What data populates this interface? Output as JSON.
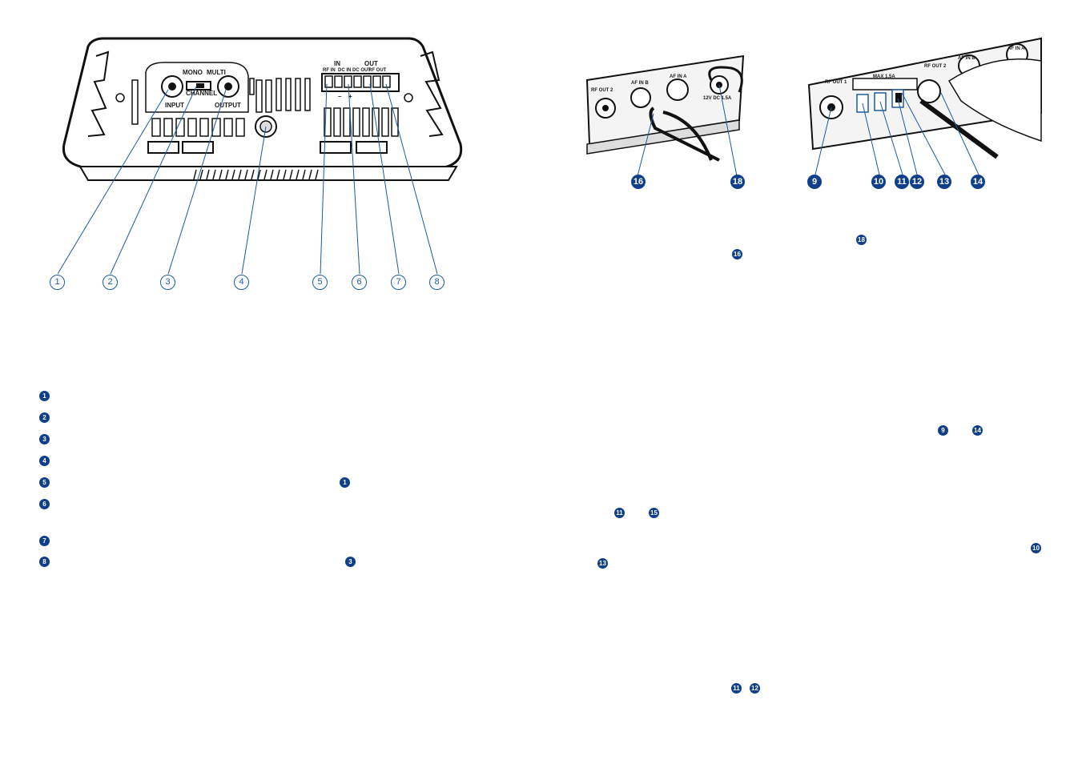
{
  "left_figure": {
    "labels": {
      "mono": "MONO",
      "multi": "MULTI",
      "channel": "CHANNEL",
      "input": "INPUT",
      "output": "OUTPUT",
      "in": "IN",
      "out": "OUT",
      "rf_in": "RF IN",
      "dc_in": "DC IN",
      "dc_out": "DC OUT",
      "rf_out": "RF OUT",
      "minus": "–",
      "plus": "+"
    },
    "callouts": [
      "1",
      "2",
      "3",
      "4",
      "5",
      "6",
      "7",
      "8"
    ]
  },
  "right_figure_a": {
    "labels": {
      "rf_out_2": "RF OUT 2",
      "af_in_b": "AF IN B",
      "af_in_a": "AF IN A",
      "power": "12V DC 1.5A"
    },
    "callouts": [
      "16",
      "18"
    ]
  },
  "right_figure_b": {
    "labels": {
      "rf_out_1": "RF OUT 1",
      "max": "MAX 1.5A",
      "rf_out_2": "RF OUT 2",
      "af_in_b": "AF IN B",
      "af_in_a": "AF IN A"
    },
    "callouts": [
      "9",
      "10",
      "11",
      "12",
      "13",
      "14"
    ]
  },
  "legend": [
    "1",
    "2",
    "3",
    "4",
    "5",
    "6",
    "7",
    "8"
  ],
  "legend_refs": {
    "row5": "1",
    "row8": "3"
  },
  "inline_refs": {
    "r18": "18",
    "r16": "16",
    "r9": "9",
    "r14": "14",
    "r11a": "11",
    "r15": "15",
    "r10": "10",
    "r13": "13",
    "r11b": "11",
    "r12": "12"
  }
}
